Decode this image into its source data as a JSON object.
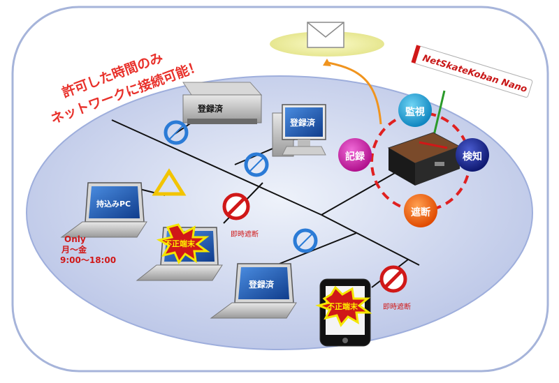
{
  "headline": {
    "line1": "許可した時間のみ",
    "line2": "ネットワークに接続可能！"
  },
  "product_label": "NetSkateKoban Nano",
  "functions": {
    "monitor": "監視",
    "detect": "検知",
    "record": "記録",
    "block": "遮断"
  },
  "devices": {
    "printer_label": "登録済",
    "desktop_label": "登録済",
    "laptop_registered_label": "登録済",
    "laptop_carryin_label": "持込みPC",
    "unauthorized_label_1": "不正端末",
    "unauthorized_label_2": "不正端末"
  },
  "schedule": {
    "line1": "Only",
    "line2": "月～金",
    "line3": "9:00～18:00"
  },
  "block_notes": {
    "note1": "即時遮断",
    "note2": "即時遮断"
  },
  "icons": {
    "allowed": "circle-ok-icon",
    "limited": "triangle-warning-icon",
    "blocked": "no-entry-icon",
    "mail": "envelope-icon"
  },
  "colors": {
    "ok_blue": "#2b7bd6",
    "warn_yellow": "#f2c400",
    "block_red": "#d01818",
    "headline_red": "#e8302a",
    "monitor": "#1aa6d8",
    "detect": "#1a2a8c",
    "record": "#d21fa8",
    "block_fn": "#f05a00",
    "label_green": "#2a9a2a"
  }
}
